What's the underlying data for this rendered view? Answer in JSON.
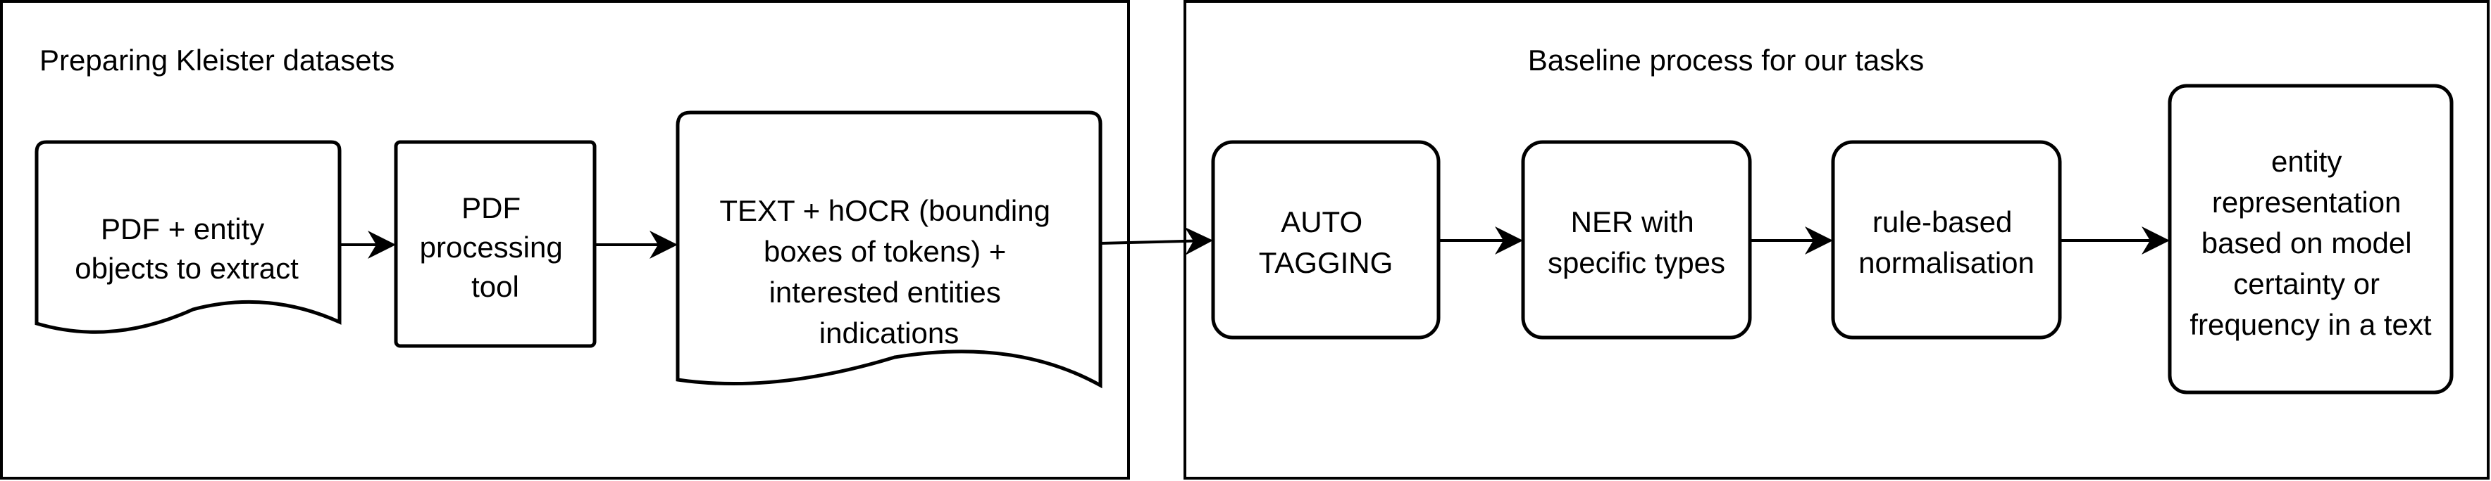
{
  "panels": {
    "left": {
      "title": "Preparing Kleister datasets"
    },
    "right": {
      "title": "Baseline process for our tasks"
    }
  },
  "nodes": {
    "pdf_entity": {
      "lines": [
        "PDF +   entity",
        "objects to extract"
      ]
    },
    "pdf_tool": {
      "lines": [
        "PDF",
        "processing",
        "tool"
      ]
    },
    "text_hocr": {
      "lines": [
        "TEXT + hOCR (bounding",
        "boxes of tokens) +",
        "interested entities",
        "indications"
      ]
    },
    "auto_tagging": {
      "lines": [
        "AUTO",
        "TAGGING"
      ]
    },
    "ner": {
      "lines": [
        "NER with",
        "specific types"
      ]
    },
    "rule_norm": {
      "lines": [
        "rule-based",
        "normalisation"
      ]
    },
    "entity_repr": {
      "lines": [
        "entity",
        "representation",
        "based on model",
        "certainty or",
        "frequency in a text"
      ]
    }
  },
  "edges": [
    {
      "from": "pdf_entity",
      "to": "pdf_tool"
    },
    {
      "from": "pdf_tool",
      "to": "text_hocr"
    },
    {
      "from": "text_hocr",
      "to": "auto_tagging"
    },
    {
      "from": "auto_tagging",
      "to": "ner"
    },
    {
      "from": "ner",
      "to": "rule_norm"
    },
    {
      "from": "rule_norm",
      "to": "entity_repr"
    }
  ],
  "colors": {
    "stroke": "#000000",
    "fill": "#ffffff"
  }
}
